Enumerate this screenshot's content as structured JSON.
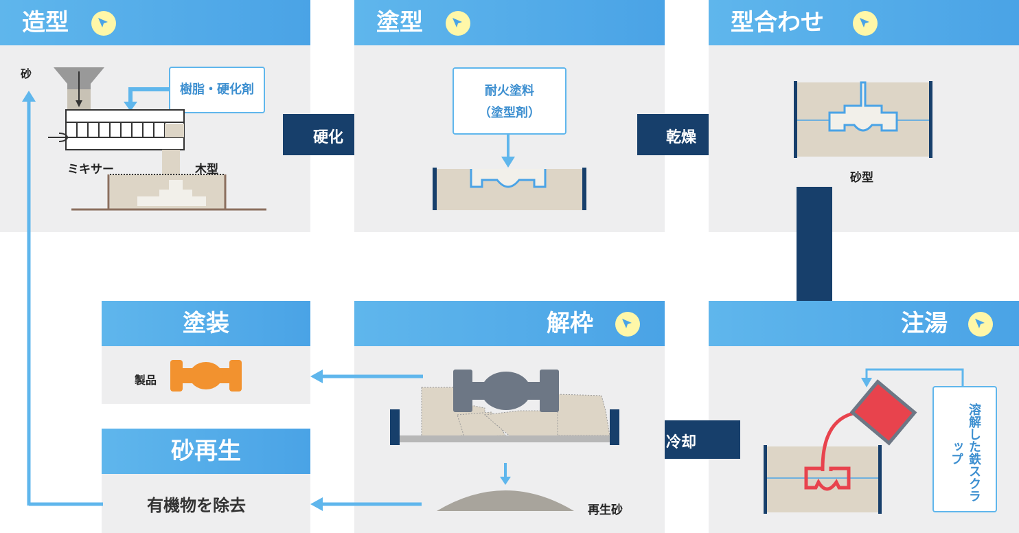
{
  "steps": {
    "zoukei": {
      "title": "造型",
      "sand": "砂",
      "resin": "樹脂・硬化剤",
      "mixer": "ミキサー",
      "pattern": "木型"
    },
    "tokei": {
      "title": "塗型",
      "coating_line1": "耐火塗料",
      "coating_line2": "（塗型剤）"
    },
    "katawase": {
      "title": "型合わせ",
      "mold": "砂型"
    },
    "chuto": {
      "title": "注湯",
      "scrap": "溶解した鉄スクラップ"
    },
    "kaiwaku": {
      "title": "解枠",
      "reclaimed": "再生砂"
    },
    "tosou": {
      "title": "塗装",
      "product": "製品"
    },
    "sunasaisei": {
      "title": "砂再生",
      "remove": "有機物を除去"
    }
  },
  "arrows": {
    "harden": "硬化",
    "dry": "乾燥",
    "cool": "冷却"
  },
  "colors": {
    "header": "#4aa3e6",
    "panel": "#eeeeef",
    "navy": "#173f6b",
    "accent": "#5fb6ec",
    "molten": "#e8434d",
    "product": "#f2922f"
  }
}
